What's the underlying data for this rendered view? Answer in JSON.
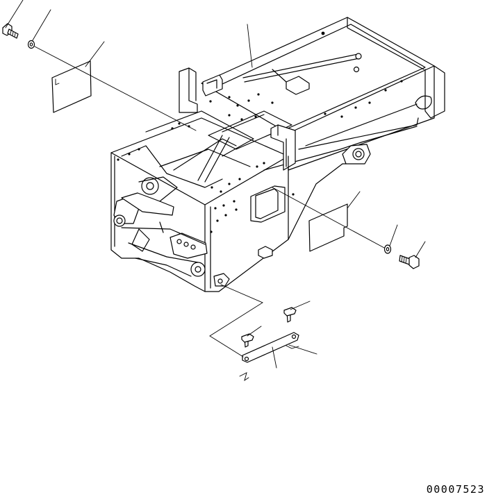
{
  "drawing_number": "00007523",
  "colors": {
    "line": "#000000",
    "background": "#ffffff"
  },
  "parts": [
    {
      "name": "bolt",
      "position": "upper-left"
    },
    {
      "name": "washer",
      "position": "upper-left"
    },
    {
      "name": "cover-plate",
      "position": "upper-left"
    },
    {
      "name": "main-frame",
      "position": "center"
    },
    {
      "name": "cover-plate",
      "position": "right"
    },
    {
      "name": "washer",
      "position": "right"
    },
    {
      "name": "bolt",
      "position": "right"
    },
    {
      "name": "stay-bar",
      "position": "bottom"
    },
    {
      "name": "bolt",
      "position": "bottom"
    },
    {
      "name": "nut",
      "position": "bottom"
    }
  ]
}
